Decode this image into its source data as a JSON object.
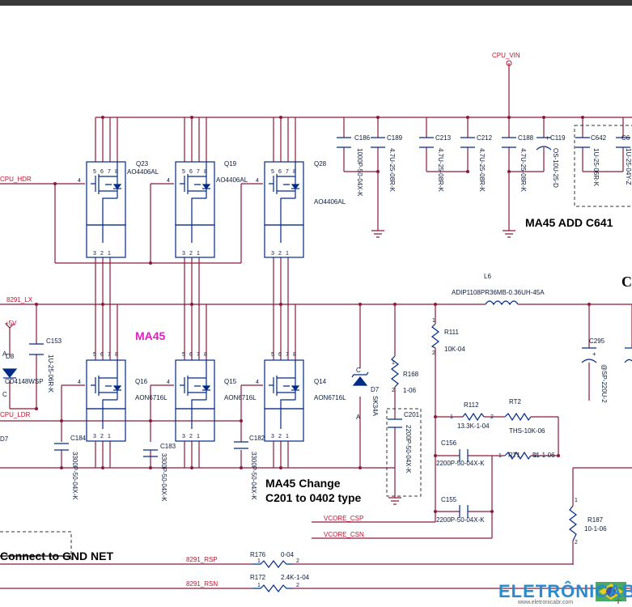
{
  "nets": {
    "cpu_vin": "CPU_VIN",
    "cpu_hdr": "CPU_HDR",
    "lx": "8291_LX",
    "v5": "+5V",
    "cpu_ldr": "CPU_LDR",
    "vcore_csp": "VCORE_CSP",
    "vcore_csn": "VCORE_CSN",
    "rsp": "8291_RSP",
    "rsn": "8291_RSN"
  },
  "mosfets": [
    {
      "ref": "Q23",
      "part": "AO4406AL"
    },
    {
      "ref": "Q19",
      "part": "AO4406AL"
    },
    {
      "ref": "Q28",
      "part": "AO4406AL"
    },
    {
      "ref": "Q16",
      "part": "AON6716L"
    },
    {
      "ref": "Q15",
      "part": "AON6716L"
    },
    {
      "ref": "Q14",
      "part": "AON6716L"
    }
  ],
  "pins": {
    "p1": "1",
    "p2": "2",
    "p3": "3",
    "p4": "4",
    "p5": "5",
    "p6": "6",
    "p7": "7",
    "p8": "8"
  },
  "caps_top": [
    {
      "ref": "C186",
      "value": "1000P-50-04X-K"
    },
    {
      "ref": "C189",
      "value": "4.7U-25-08R-K"
    },
    {
      "ref": "C213",
      "value": "4.7U-25-08R-K"
    },
    {
      "ref": "C212",
      "value": "4.7U-25-08R-K"
    },
    {
      "ref": "C188",
      "value": "4.7U-25-08R-K"
    },
    {
      "ref": "C119",
      "value": "OS-10U-25-D"
    },
    {
      "ref": "C642",
      "value": "1U-25-06R-K"
    },
    {
      "ref": "C6",
      "value": "1U-25-04Y-Z"
    }
  ],
  "caps_bottom": [
    {
      "ref": "C184",
      "value": "3300P-50-04X-K"
    },
    {
      "ref": "C183",
      "value": "3300P-50-04X-K"
    },
    {
      "ref": "C182",
      "value": "3300P-50-04X-K"
    },
    {
      "ref": "C153",
      "value": "1U-25-06R-K"
    },
    {
      "ref": "C201",
      "value": "2200P-50-04X-K"
    },
    {
      "ref": "C156",
      "value": "2200P-50-04X-K"
    },
    {
      "ref": "C155",
      "value": "2200P-50-04X-K"
    },
    {
      "ref": "C295",
      "value": "@SP-220U-2"
    }
  ],
  "diodes": [
    {
      "ref": "D8",
      "part": "CD4148WSP"
    },
    {
      "ref": "D7",
      "part": "SK34A"
    },
    {
      "ref": "D7_left",
      "part": "D7"
    }
  ],
  "diode_pins": {
    "a": "A",
    "c": "C"
  },
  "resistors": [
    {
      "ref": "R111",
      "value": "10K-04"
    },
    {
      "ref": "R168",
      "value": "1-06"
    },
    {
      "ref": "R112",
      "value": "13.3K-1-04"
    },
    {
      "ref": "RT2",
      "value": "THS-10K-06"
    },
    {
      "ref": "RT1",
      "value": "51-1-06"
    },
    {
      "ref": "R187",
      "value": "10-1-06"
    },
    {
      "ref": "R176",
      "value": "0-04"
    },
    {
      "ref": "R172",
      "value": "2.4K-1-04"
    }
  ],
  "inductor": {
    "ref": "L6",
    "value": "ADIP1108PR36MB-0.36UH-45A"
  },
  "plus_sign": "+",
  "notes": {
    "ma45_add": "MA45 ADD  C641",
    "ma45": "MA45",
    "change1": "MA45 Change",
    "change2": "C201 to 0402 type",
    "connect": "Connect to GND NET",
    "edge_c": "C"
  },
  "watermark": {
    "text": "ELETRÔNICABR",
    "url": "www.eletronicabr.com"
  },
  "colors": {
    "wire": "#8b1a3a",
    "symbol": "#002a8a",
    "net": "#c0132f",
    "highlight": "#e020c0"
  }
}
